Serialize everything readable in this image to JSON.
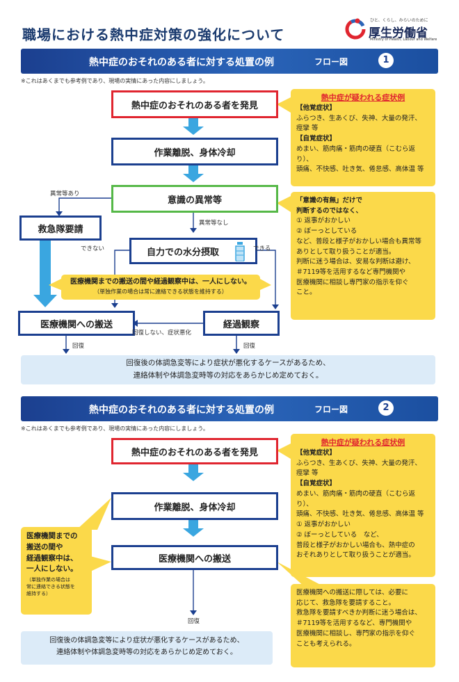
{
  "title": "職場における熱中症対策の強化について",
  "logo": {
    "tagline": "ひと、くらし、みらいのために",
    "name": "厚生労働省",
    "english": "Ministry of Health, Labour and Welfare"
  },
  "flow1": {
    "banner": "熱中症のおそれのある者に対する処置の例",
    "flow_label": "フロー図",
    "flow_number": "1",
    "note": "※これはあくまでも参考例であり、現場の実情にあった内容にしましょう。",
    "discover": "熱中症のおそれのある者を発見",
    "cool": "作業離脱、身体冷却",
    "consciousness": "意識の異常等",
    "abnormal_yes": "異常等あり",
    "abnormal_no": "異常等なし",
    "ambulance": "救急隊要請",
    "water": "自力での水分摂取",
    "cannot": "できない",
    "can": "できる",
    "not_alone": "医療機関までの搬送の間や経過観察中は、一人にしない。",
    "not_alone_sub": "（単独作業の場合は常に連絡できる状態を維持する）",
    "transport": "医療機関への搬送",
    "observe": "経過観察",
    "worsen": "回復しない、症状悪化",
    "recover_left": "回復",
    "recover_right": "回復",
    "footer_lines": [
      "回復後の体調急変等により症状が悪化するケースがあるため、",
      "連絡体制や体調急変時等の対応をあらかじめ定めておく。"
    ],
    "symptoms": {
      "heading": "熱中症が疑われる症状例",
      "other_label": "【他覚症状】",
      "other_lines": [
        "ふらつき、生あくび、失神、大量の発汗、",
        "痙攣 等"
      ],
      "self_label": "【自覚症状】",
      "self_lines": [
        "めまい、筋肉痛・筋肉の硬直（こむら返り）、",
        "頭痛、不快感、吐き気、倦怠感、高体温 等"
      ]
    },
    "consciousness_note": [
      "「意識の有無」だけで",
      "判断するのではなく、",
      "① 返事がおかしい",
      "② ぼーっとしている",
      "など、普段と様子がおかしい場合も異常等",
      "ありとして取り扱うことが適当。",
      "判断に迷う場合は、安易な判断は避け、",
      "＃7119等を活用するなど専門機関や",
      "医療機関に相談し専門家の指示を仰ぐ",
      "こと。"
    ]
  },
  "flow2": {
    "banner": "熱中症のおそれのある者に対する処置の例",
    "flow_label": "フロー図",
    "flow_number": "2",
    "note": "※これはあくまでも参考例であり、現場の実情にあった内容にしましょう。",
    "discover": "熱中症のおそれのある者を発見",
    "cool": "作業離脱、身体冷却",
    "transport": "医療機関への搬送",
    "recover": "回復",
    "not_alone_lines": [
      "医療機関までの",
      "搬送の間や",
      "経過観察中は、",
      "一人にしない。"
    ],
    "not_alone_sub_lines": [
      "（単独作業の場合は",
      "常に連絡できる状態を",
      "維持する）"
    ],
    "footer_lines": [
      "回復後の体調急変等により症状が悪化するケースがあるため、",
      "連絡体制や体調急変時等の対応をあらかじめ定めておく。"
    ],
    "symptoms": {
      "heading": "熱中症が疑われる症状例",
      "other_label": "【他覚症状】",
      "other_lines": [
        "ふらつき、生あくび、失神、大量の発汗、",
        "痙攣 等"
      ],
      "self_label": "【自覚症状】",
      "self_lines": [
        "めまい、筋肉痛・筋肉の硬直（こむら返り）、",
        "頭痛、不快感、吐き気、倦怠感、高体温 等",
        "① 返事がおかしい",
        "② ぼーっとしている　など、",
        "普段と様子がおかしい場合も、熱中症の",
        "おそれありとして取り扱うことが適当。"
      ]
    },
    "transport_note": [
      "医療機関への搬送に際しては、必要に",
      "応じて、救急隊を要請すること。",
      "救急隊を要請すべきか判断に迷う場合は、",
      "＃7119等を活用するなど、専門機関や",
      "医療機関に相談し、専門家の指示を仰ぐ",
      "ことも考えられる。"
    ]
  },
  "colors": {
    "navy": "#1b3f8f",
    "red": "#e0252f",
    "green": "#55b847",
    "arrow_blue": "#3aa6e0",
    "yellow": "#fbd94a",
    "light_blue": "#dcebf8"
  }
}
